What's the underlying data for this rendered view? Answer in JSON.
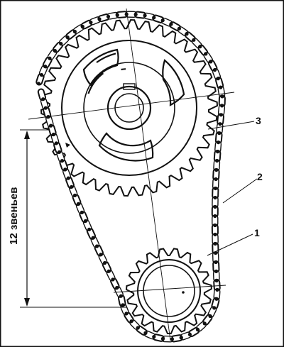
{
  "labels": {
    "sprocket_crank": "1",
    "chain": "2",
    "sprocket_cam": "3"
  },
  "dimension": {
    "text": "12 звеньев"
  },
  "colors": {
    "ink": "#111111",
    "paper": "#ffffff"
  }
}
